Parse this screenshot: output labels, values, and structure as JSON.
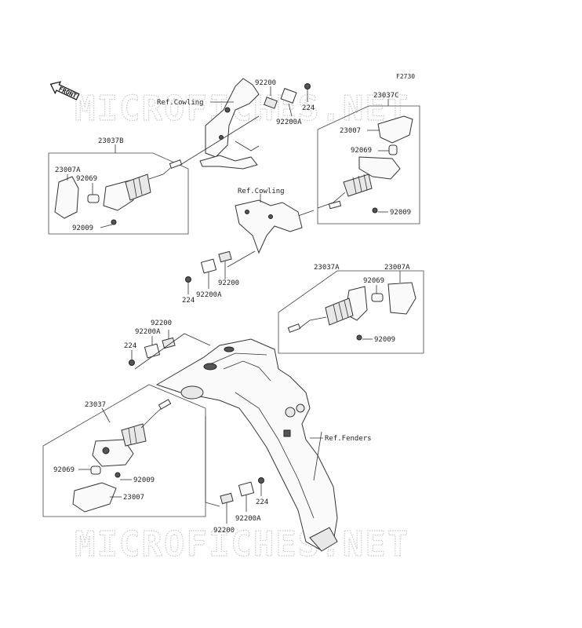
{
  "diagram": {
    "figure_code": "F2730",
    "front_label": "FRONT",
    "watermark": "MICROFICHES.NET",
    "labels": {
      "ref_cowling_top": "Ref.Cowling",
      "ref_cowling_mid": "Ref.Cowling",
      "ref_fenders": "Ref.Fenders",
      "p92200_top": "92200",
      "p92200a_top": "92200A",
      "p224_top": "224",
      "p23037c": "23037C",
      "p23007_r": "23007",
      "p92069_r": "92069",
      "p92009_r": "92009",
      "p23037b": "23037B",
      "p23007a_l": "23007A",
      "p92069_l": "92069",
      "p92009_l": "92009",
      "p92200_mid": "92200",
      "p224_mid": "224",
      "p92200a_mid": "92200A",
      "p23037a": "23037A",
      "p23007a_r": "23007A",
      "p92069_ra": "92069",
      "p92009_ra": "92009",
      "p92200_lf": "92200",
      "p92200a_lf": "92200A",
      "p224_lf": "224",
      "p23037": "23037",
      "p92069_b": "92069",
      "p92009_b": "92009",
      "p23007_b": "23007",
      "p224_bot": "224",
      "p92200a_bot": "92200A",
      "p92200_bot": "92200"
    }
  }
}
